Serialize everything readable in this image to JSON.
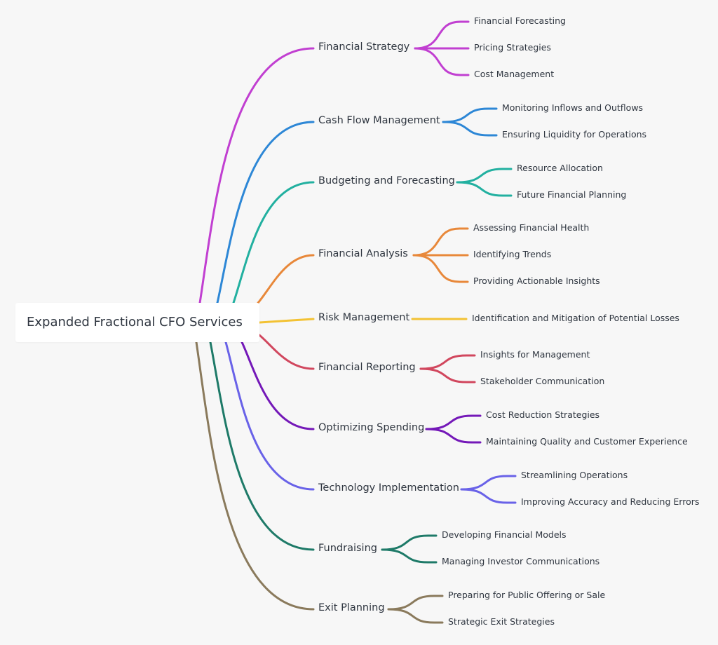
{
  "root": {
    "label": "Expanded Fractional CFO Services"
  },
  "branches": [
    {
      "label": "Financial Strategy",
      "color": "#c13fd1",
      "children": [
        "Financial Forecasting",
        "Pricing Strategies",
        "Cost Management"
      ]
    },
    {
      "label": "Cash Flow Management",
      "color": "#2d87d6",
      "children": [
        "Monitoring Inflows and Outflows",
        "Ensuring Liquidity for Operations"
      ]
    },
    {
      "label": "Budgeting and Forecasting",
      "color": "#22b0a0",
      "children": [
        "Resource Allocation",
        "Future Financial Planning"
      ]
    },
    {
      "label": "Financial Analysis",
      "color": "#e8883a",
      "children": [
        "Assessing Financial Health",
        "Identifying Trends",
        "Providing Actionable Insights"
      ]
    },
    {
      "label": "Risk Management",
      "color": "#f3c233",
      "children": [
        "Identification and Mitigation of Potential Losses"
      ]
    },
    {
      "label": "Financial Reporting",
      "color": "#d1475e",
      "children": [
        "Insights for Management",
        "Stakeholder Communication"
      ]
    },
    {
      "label": "Optimizing Spending",
      "color": "#7418b8",
      "children": [
        "Cost Reduction Strategies",
        "Maintaining Quality and Customer Experience"
      ]
    },
    {
      "label": "Technology Implementation",
      "color": "#6962e8",
      "children": [
        "Streamlining Operations",
        "Improving Accuracy and Reducing Errors"
      ]
    },
    {
      "label": "Fundraising",
      "color": "#1e7a68",
      "children": [
        "Developing Financial Models",
        "Managing Investor Communications"
      ]
    },
    {
      "label": "Exit Planning",
      "color": "#8a7a5c",
      "children": [
        "Preparing for Public Offering or Sale",
        "Strategic Exit Strategies"
      ]
    }
  ]
}
